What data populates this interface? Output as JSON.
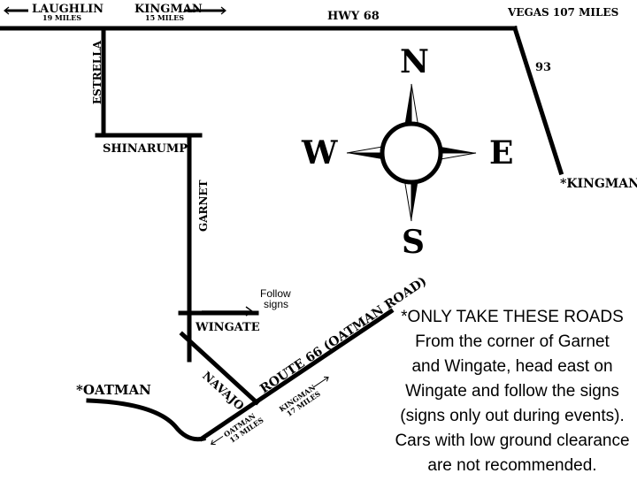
{
  "roads": {
    "hwy68": "HWY 68",
    "hwy93": "93",
    "estrella": "ESTRELLA",
    "shinarump": "SHINARUMP",
    "garnet": "GARNET",
    "wingate": "WINGATE",
    "navajo": "NAVAJO",
    "route66": "ROUTE 66 (OATMAN ROAD)"
  },
  "destinations": {
    "laughlin": "LAUGHLIN",
    "laughlin_miles": "19 MILES",
    "kingman_top": "KINGMAN",
    "kingman_top_miles": "15 MILES",
    "vegas": "VEGAS 107 MILES",
    "kingman_east": "*KINGMAN",
    "oatman": "*OATMAN",
    "kingman_r66": "KINGMAN",
    "kingman_r66_miles": "17 MILES",
    "oatman_r66": "OATMAN",
    "oatman_r66_miles": "13 MILES"
  },
  "follow_signs": [
    "Follow",
    "signs"
  ],
  "compass": {
    "n": "N",
    "s": "S",
    "e": "E",
    "w": "W"
  },
  "directions": [
    "*ONLY TAKE THESE ROADS",
    "From the corner of Garnet",
    "and Wingate, head east on",
    "Wingate and follow the signs",
    "(signs only out during events).",
    "Cars with low ground clearance",
    "are not recommended."
  ]
}
